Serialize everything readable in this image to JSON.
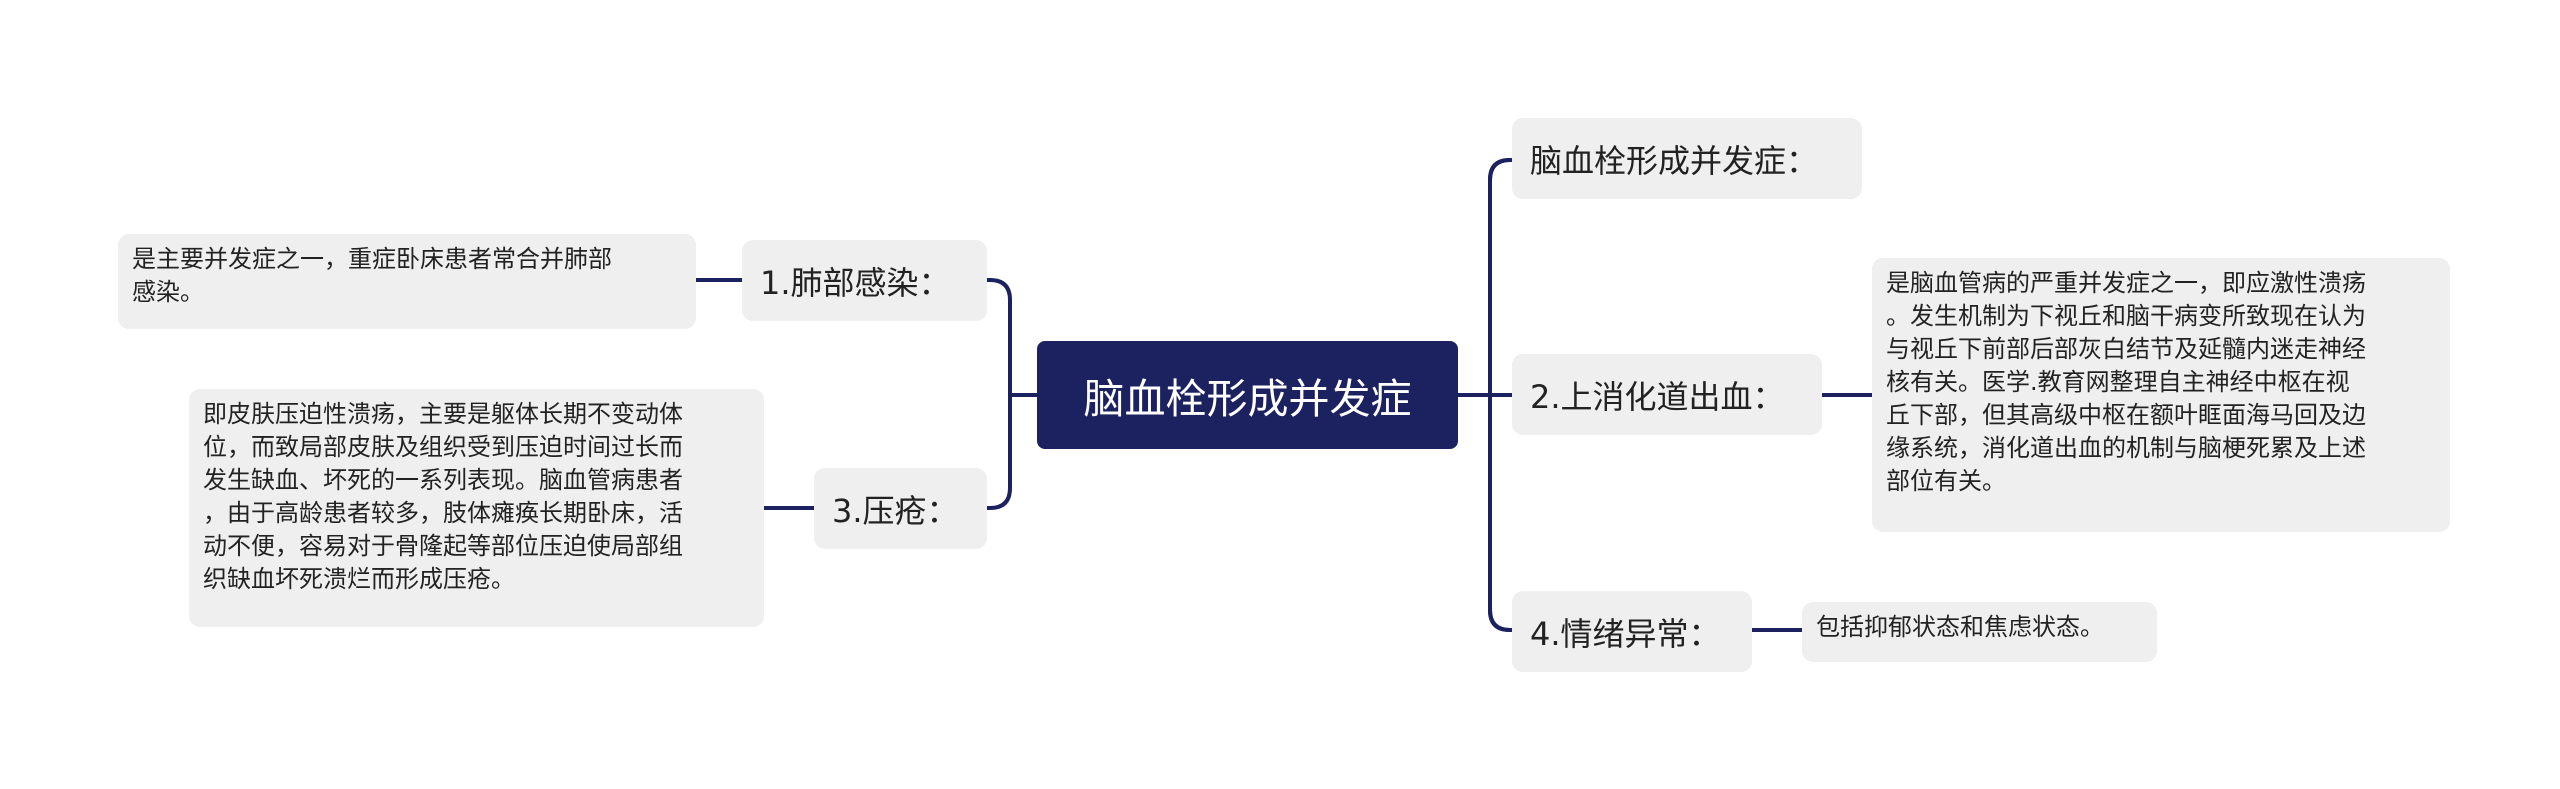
{
  "center": {
    "label": "脑血栓形成并发症"
  },
  "branches": {
    "intro": {
      "label": "脑血栓形成并发症："
    },
    "lung": {
      "label": "1.肺部感染："
    },
    "pressure": {
      "label": "3.压疮："
    },
    "digestive": {
      "label": "2.上消化道出血："
    },
    "emotion": {
      "label": "4.情绪异常："
    }
  },
  "leaves": {
    "lung": {
      "lines": [
        "是主要并发症之一，重症卧床患者常合并肺部",
        "感染。"
      ]
    },
    "pressure": {
      "lines": [
        "即皮肤压迫性溃疡，主要是躯体长期不变动体",
        "位，而致局部皮肤及组织受到压迫时间过长而",
        "发生缺血、坏死的一系列表现。脑血管病患者",
        "，由于高龄患者较多，肢体瘫痪长期卧床，活",
        "动不便，容易对于骨隆起等部位压迫使局部组",
        "织缺血坏死溃烂而形成压疮。"
      ]
    },
    "digestive": {
      "lines": [
        "是脑血管病的严重并发症之一，即应激性溃疡",
        "。发生机制为下视丘和脑干病变所致现在认为",
        "与视丘下前部后部灰白结节及延髓内迷走神经",
        "核有关。医学.教育网整理自主神经中枢在视",
        "丘下部，但其高级中枢在额叶眶面海马回及边",
        "缘系统，消化道出血的机制与脑梗死累及上述",
        "部位有关。"
      ]
    },
    "emotion": {
      "lines": [
        "包括抑郁状态和焦虑状态。"
      ]
    }
  },
  "colors": {
    "center_bg": "#1c2260",
    "node_bg": "#efefef",
    "connector": "#1c2260"
  }
}
